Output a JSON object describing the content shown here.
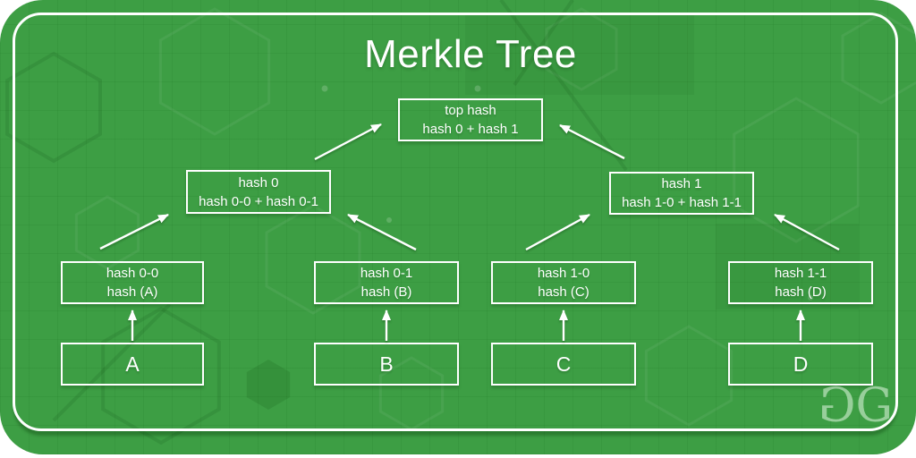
{
  "title": "Merkle Tree",
  "watermark": {
    "letter": "G"
  },
  "colors": {
    "background_green": "#3d9e44",
    "line_and_text": "#ffffff",
    "frame_border": "#ffffff"
  },
  "tree": {
    "root": {
      "line1": "top hash",
      "line2": "hash 0 + hash 1"
    },
    "level1": [
      {
        "id": "hash-0",
        "line1": "hash 0",
        "line2": "hash 0-0 + hash 0-1"
      },
      {
        "id": "hash-1",
        "line1": "hash 1",
        "line2": "hash 1-0 + hash 1-1"
      }
    ],
    "level2": [
      {
        "id": "hash-0-0",
        "line1": "hash 0-0",
        "line2": "hash (A)"
      },
      {
        "id": "hash-0-1",
        "line1": "hash 0-1",
        "line2": "hash (B)"
      },
      {
        "id": "hash-1-0",
        "line1": "hash 1-0",
        "line2": "hash (C)"
      },
      {
        "id": "hash-1-1",
        "line1": "hash 1-1",
        "line2": "hash (D)"
      }
    ],
    "leaves": [
      {
        "label": "A"
      },
      {
        "label": "B"
      },
      {
        "label": "C"
      },
      {
        "label": "D"
      }
    ]
  }
}
